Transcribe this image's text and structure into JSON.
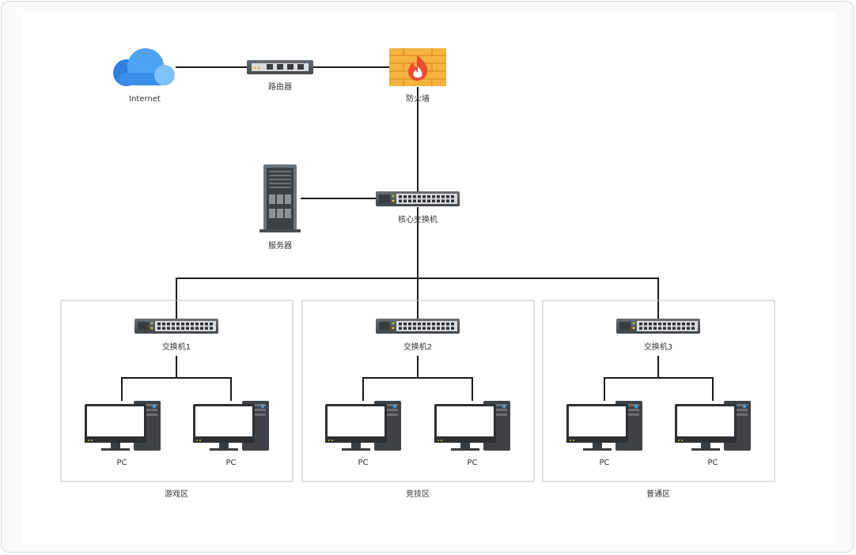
{
  "nodes": {
    "internet": {
      "label": "Internet",
      "icon": "cloud-icon"
    },
    "router": {
      "label": "路由器",
      "icon": "router-icon"
    },
    "firewall": {
      "label": "防火墙",
      "icon": "firewall-icon"
    },
    "server": {
      "label": "服务器",
      "icon": "server-icon"
    },
    "core_switch": {
      "label": "核心交换机",
      "icon": "switch-icon"
    }
  },
  "zones": [
    {
      "label": "游戏区",
      "switch_label": "交换机1",
      "pcs": [
        "PC",
        "PC"
      ]
    },
    {
      "label": "竞技区",
      "switch_label": "交换机2",
      "pcs": [
        "PC",
        "PC"
      ]
    },
    {
      "label": "普通区",
      "switch_label": "交换机3",
      "pcs": [
        "PC",
        "PC"
      ]
    }
  ],
  "colors": {
    "line": "#1a1a1a",
    "cloud_light": "#4ea3f5",
    "cloud_dark": "#2f7fe0",
    "firewall": "#f5b340",
    "flame": "#f04a30",
    "device": "#555a5e",
    "zone_border": "#bfbfbf"
  }
}
